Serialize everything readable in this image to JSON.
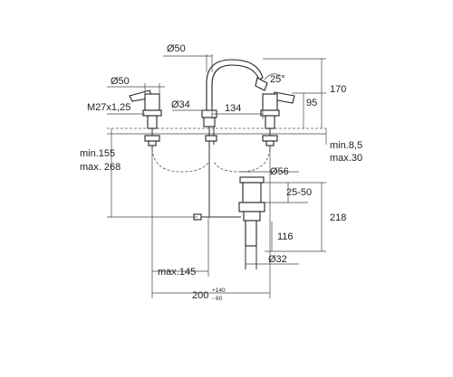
{
  "labels": {
    "spout_diameter": "Ø50",
    "spout_angle": "25°",
    "height_total": "170",
    "height_outlet": "95",
    "handle_diameter": "Ø50",
    "thread": "M27x1,25",
    "hole_diameter": "Ø34",
    "spread": "134",
    "min_below": "min.155",
    "max_below": "max. 268",
    "deck_thickness_min": "min.8,5",
    "deck_thickness_max": "max.30",
    "waste_diameter": "Ø56",
    "waste_range": "25-50",
    "waste_height": "218",
    "tail_length": "116",
    "tail_diameter": "Ø32",
    "max_reach": "max.145",
    "width": "200",
    "tol_plus": "+140",
    "tol_minus": "- 60"
  }
}
